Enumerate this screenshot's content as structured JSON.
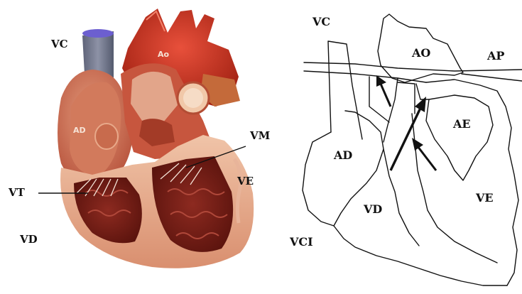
{
  "left_panel": {
    "labels": {
      "vc": "VC",
      "ao_inner": "Ao",
      "ad_inner": "AD",
      "vm": "VM",
      "ve": "VE",
      "vt": "VT",
      "vd": "VD"
    }
  },
  "right_panel": {
    "labels": {
      "vc": "VC",
      "ao": "AO",
      "ap": "AP",
      "ae": "AE",
      "ad": "AD",
      "vd": "VD",
      "ve": "VE",
      "vci": "VCI"
    }
  },
  "colors": {
    "heart_red": "#c0392b",
    "heart_dark": "#7a1a12",
    "heart_light": "#e6a584",
    "vena_cava": "#6f7489",
    "ink": "#111111"
  }
}
